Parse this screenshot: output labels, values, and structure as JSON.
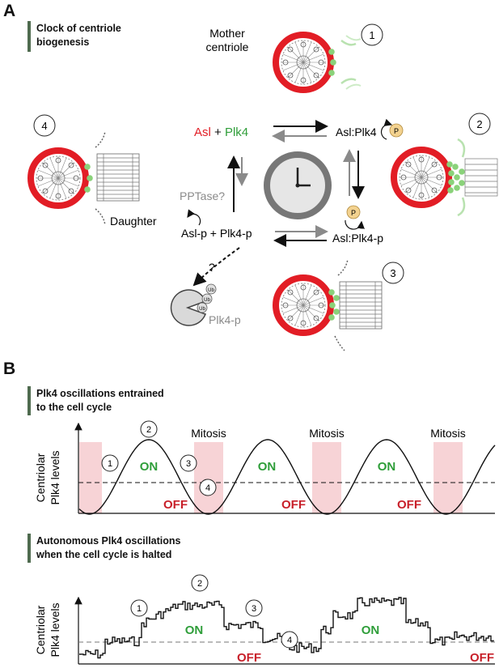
{
  "panel_a": {
    "letter": "A",
    "title_line1": "Clock of centriole",
    "title_line2": "biogenesis",
    "mother_line1": "Mother",
    "mother_line2": "centriole",
    "daughter": "Daughter",
    "step1": "1",
    "step2": "2",
    "step3": "3",
    "step4": "4",
    "asl": "Asl",
    "plus": " + ",
    "plk4": "Plk4",
    "asl_plk4": "Asl:Plk4",
    "asl_plk4_p": "Asl:Plk4-p",
    "asl_p_plk4_p": "Asl-p + Plk4-p",
    "pptase": "PPTase?",
    "question": "?",
    "plk4_p": "Plk4-p",
    "phospho": "P",
    "ub": "Ub",
    "colors": {
      "red": "#e21d25",
      "green": "#2f9e3a",
      "grey": "#8a8a8a",
      "centriole_green": "#8ad27a"
    }
  },
  "panel_b": {
    "letter": "B",
    "top": {
      "title_line1": "Plk4 oscillations entrained",
      "title_line2": "to the cell cycle",
      "ylabel_line1": "Centriolar",
      "ylabel_line2": "Plk4 levels",
      "mitosis": [
        "Mitosis",
        "Mitosis",
        "Mitosis"
      ],
      "on": [
        "ON",
        "ON",
        "ON"
      ],
      "off": [
        "OFF",
        "OFF",
        "OFF"
      ],
      "steps": [
        "1",
        "2",
        "3",
        "4"
      ]
    },
    "bottom": {
      "title_line1": "Autonomous Plk4 oscillations",
      "title_line2": "when the cell cycle is halted",
      "ylabel_line1": "Centriolar",
      "ylabel_line2": "Plk4 levels",
      "on": [
        "ON",
        "ON"
      ],
      "off": [
        "OFF",
        "OFF"
      ],
      "steps": [
        "1",
        "2",
        "3",
        "4"
      ]
    },
    "colors": {
      "on": "#2f9e3a",
      "off": "#c8202a",
      "mitosis_band": "#f7d3d6"
    }
  }
}
